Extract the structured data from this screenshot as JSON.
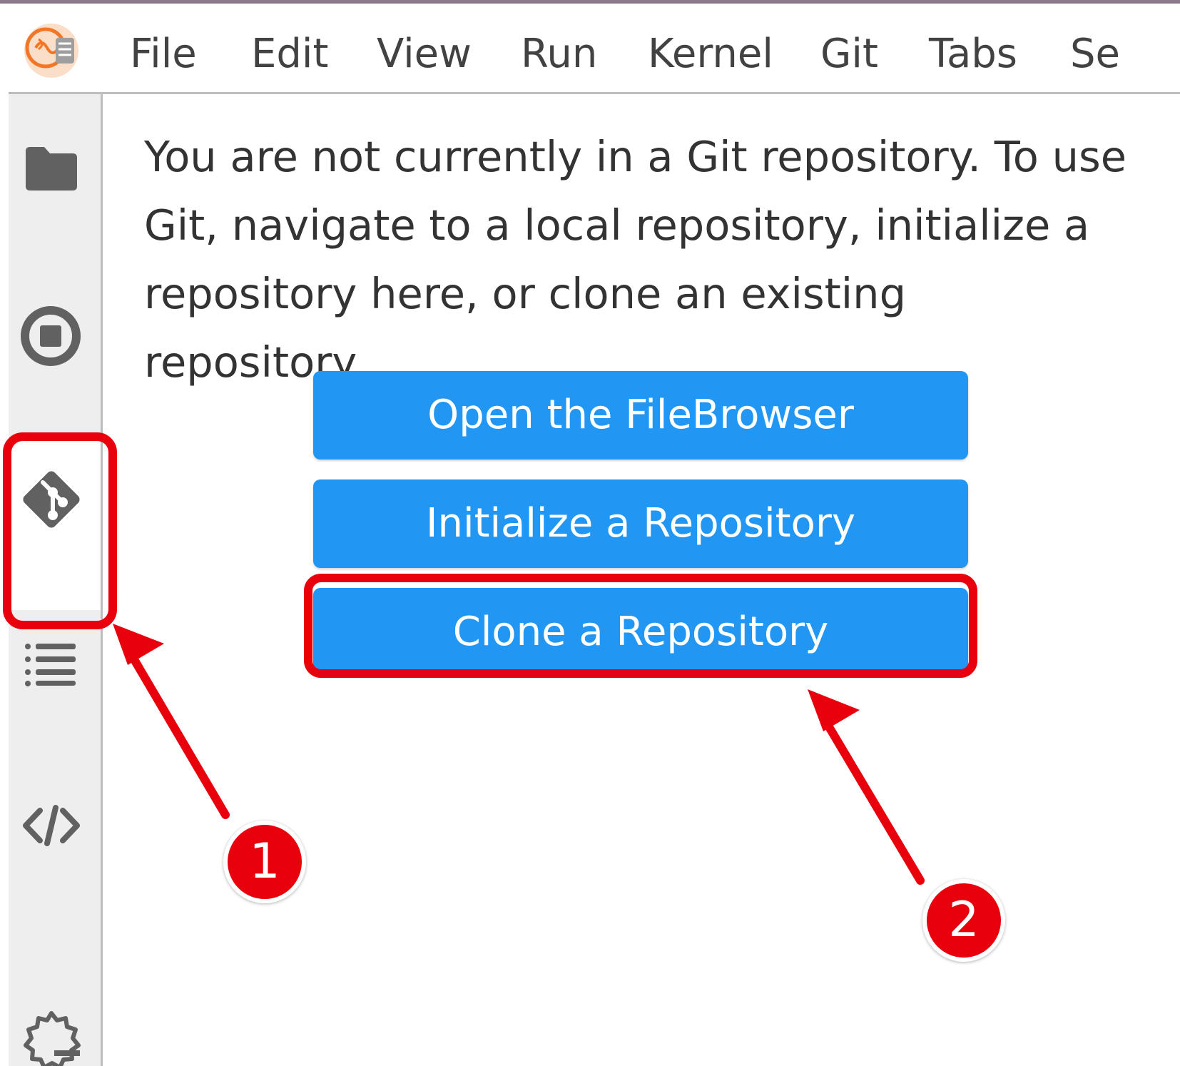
{
  "menubar": {
    "logo": "jupyter-brain-logo-icon",
    "items": [
      "File",
      "Edit",
      "View",
      "Run",
      "Kernel",
      "Git",
      "Tabs",
      "Se"
    ]
  },
  "sidebar": {
    "icons": [
      "folder-icon",
      "stop-circle-icon",
      "git-icon",
      "list-icon",
      "code-icon",
      "extension-gear-icon"
    ],
    "active": "git-icon"
  },
  "git_panel": {
    "notice": "You are not currently in a Git repository. To use Git, navigate to a local repository, initialize a repository here, or clone an existing repository.",
    "buttons": {
      "open_filebrowser": "Open the FileBrowser",
      "initialize": "Initialize a Repository",
      "clone": "Clone a Repository"
    }
  },
  "annotations": {
    "badge_1": "1",
    "badge_2": "2"
  },
  "colors": {
    "button_blue": "#2196f3",
    "annotation_red": "#e8000d",
    "sidebar_bg": "#eeeeee",
    "icon_gray": "#616161"
  }
}
